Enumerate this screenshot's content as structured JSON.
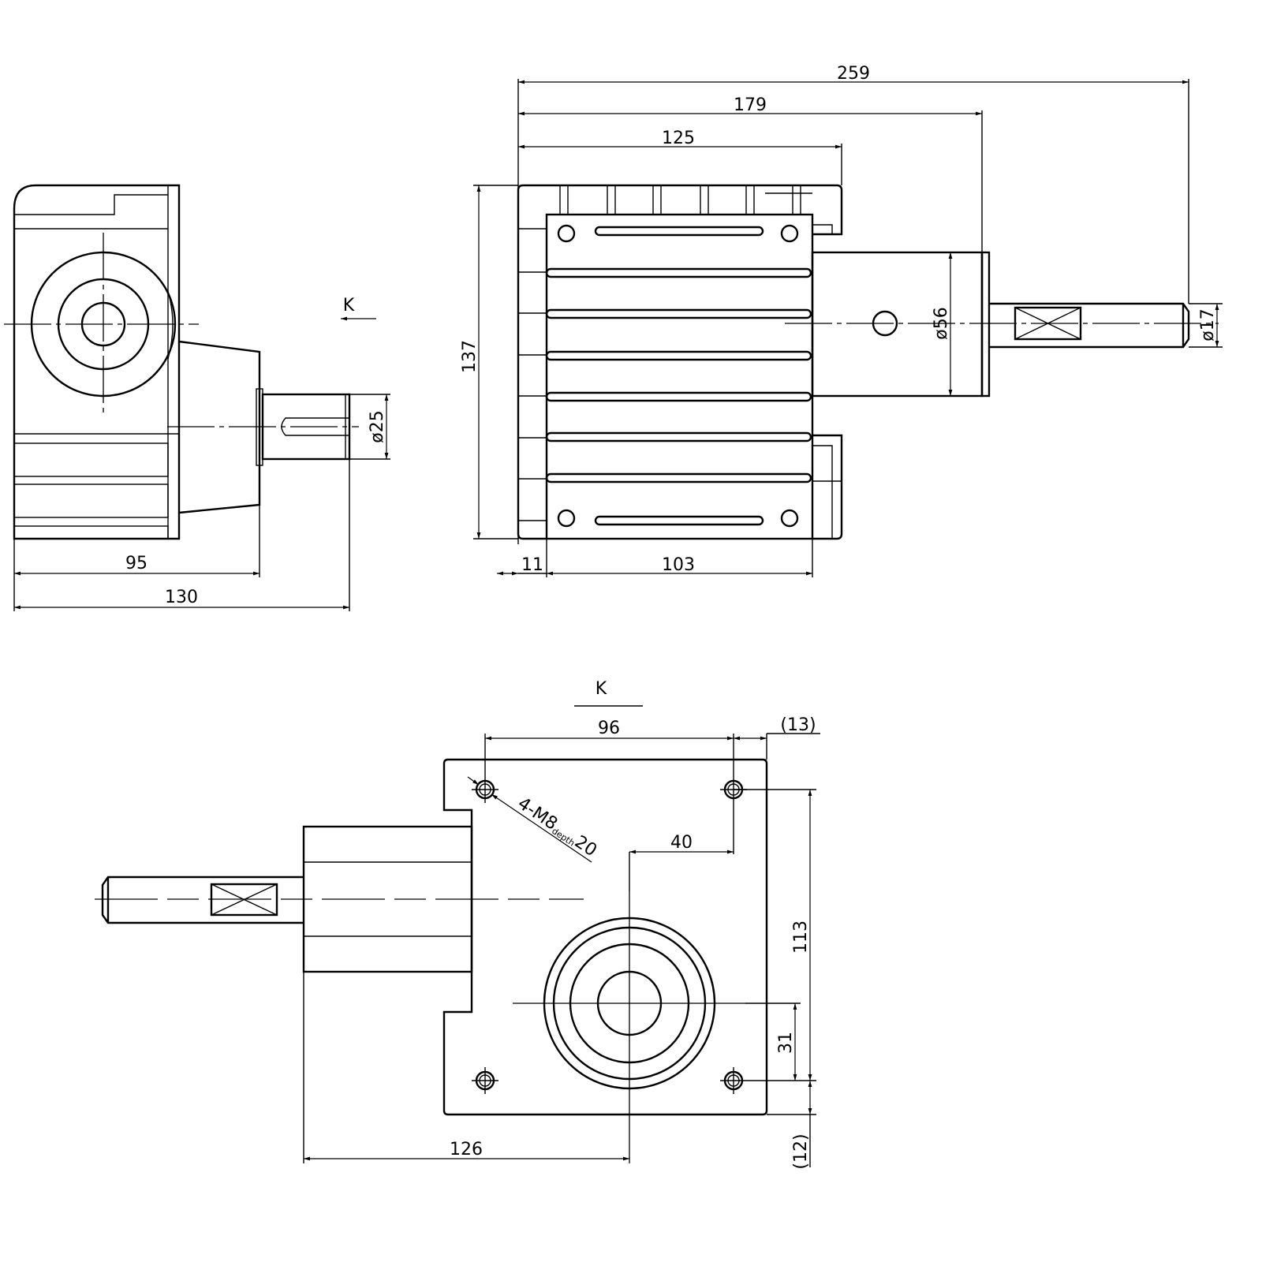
{
  "side_view": {
    "dim_95": "95",
    "dim_130": "130",
    "dim_shaft_dia": "ø25",
    "view_label": "K"
  },
  "front_view": {
    "dim_259": "259",
    "dim_179": "179",
    "dim_125": "125",
    "dim_137": "137",
    "dim_flange_dia": "ø56",
    "dim_shaft_dia": "ø17",
    "dim_11": "11",
    "dim_103": "103"
  },
  "bottom_view": {
    "view_label": "K",
    "dim_96": "96",
    "dim_13": "(13)",
    "holes_note": "4-M8",
    "holes_depth_label": "depth",
    "holes_depth": "20",
    "dim_40": "40",
    "dim_113": "113",
    "dim_31": "31",
    "dim_12": "(12)",
    "dim_126": "126"
  }
}
